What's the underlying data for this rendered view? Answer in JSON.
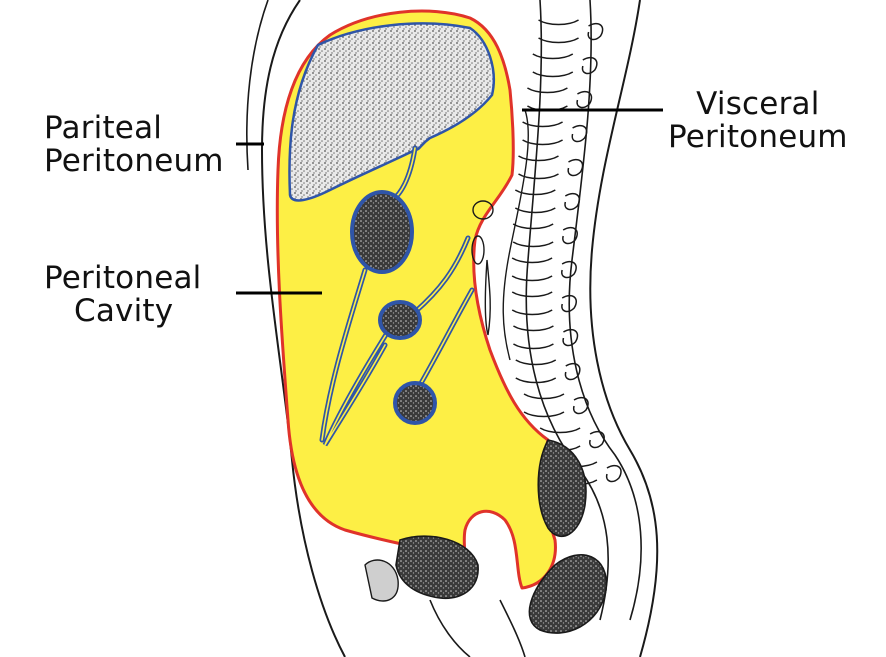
{
  "labels": {
    "parietal": {
      "line1": "Pariteal",
      "line2": "Peritoneum"
    },
    "cavity": {
      "line1": "Peritoneal",
      "line2": "Cavity"
    },
    "visceral": {
      "line1": "Visceral",
      "line2": "Peritoneum"
    }
  },
  "colors": {
    "cavity_fill": "#fdef45",
    "parietal_line": "#e0332a",
    "visceral_line": "#2f55a8",
    "outline": "#1a1a1a",
    "organ_fill": "#d9d9d9",
    "organ_dark": "#2a2a2a"
  }
}
